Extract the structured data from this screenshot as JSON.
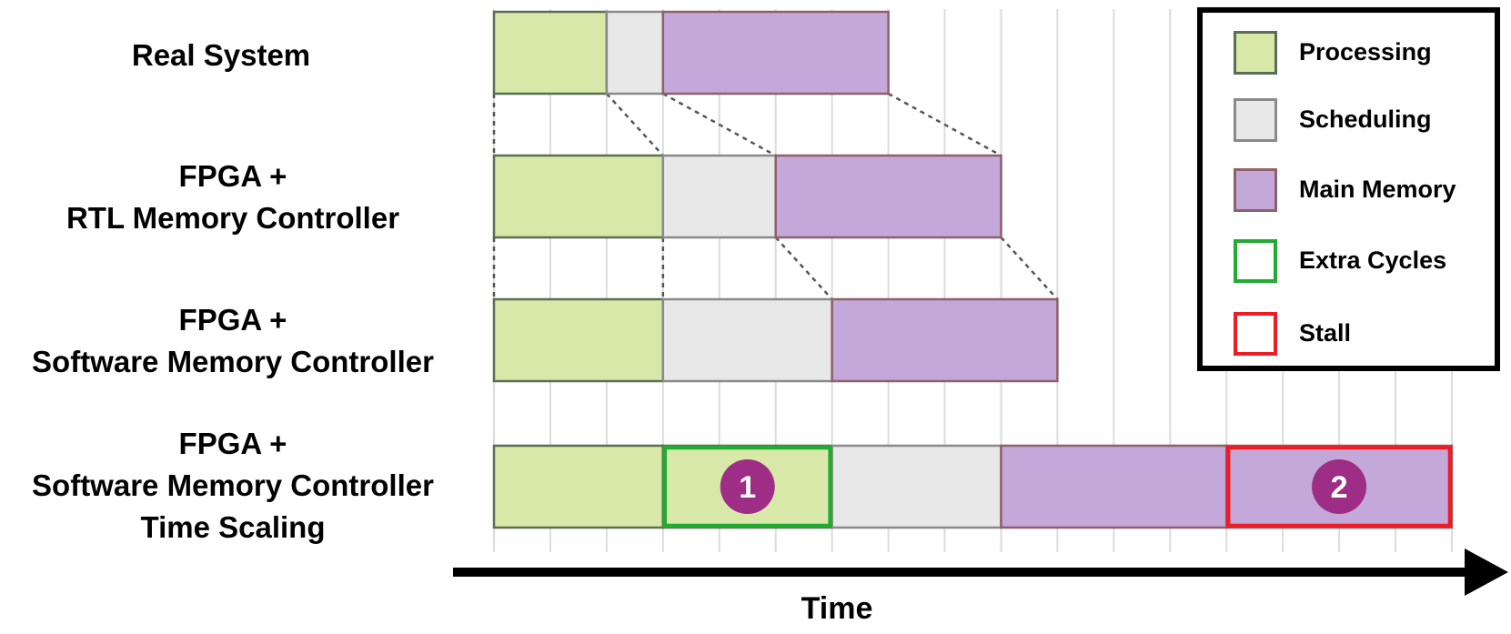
{
  "rows": [
    {
      "label_lines": [
        "Real System"
      ]
    },
    {
      "label_lines": [
        "FPGA +",
        "RTL Memory Controller"
      ]
    },
    {
      "label_lines": [
        "FPGA +",
        "Software Memory Controller"
      ]
    },
    {
      "label_lines": [
        "FPGA +",
        "Software Memory Controller",
        "Time Scaling"
      ]
    }
  ],
  "timeline": {
    "unit_count": 17,
    "rows": [
      {
        "segments": [
          {
            "type": "processing",
            "start": 0,
            "end": 2
          },
          {
            "type": "scheduling",
            "start": 2,
            "end": 3
          },
          {
            "type": "main_memory",
            "start": 3,
            "end": 7
          }
        ]
      },
      {
        "segments": [
          {
            "type": "processing",
            "start": 0,
            "end": 3
          },
          {
            "type": "scheduling",
            "start": 3,
            "end": 5
          },
          {
            "type": "main_memory",
            "start": 5,
            "end": 9
          }
        ]
      },
      {
        "segments": [
          {
            "type": "processing",
            "start": 0,
            "end": 3
          },
          {
            "type": "scheduling",
            "start": 3,
            "end": 6
          },
          {
            "type": "main_memory",
            "start": 6,
            "end": 10
          }
        ]
      },
      {
        "segments": [
          {
            "type": "processing",
            "start": 0,
            "end": 3
          },
          {
            "type": "processing",
            "start": 3,
            "end": 6,
            "overlay": "extra_cycles",
            "marker": "1"
          },
          {
            "type": "scheduling",
            "start": 6,
            "end": 9
          },
          {
            "type": "main_memory",
            "start": 9,
            "end": 13
          },
          {
            "type": "main_memory",
            "start": 13,
            "end": 17,
            "overlay": "stall",
            "marker": "2"
          }
        ]
      }
    ],
    "connectors": [
      {
        "from_row": 0,
        "to_row": 1,
        "pairs": [
          [
            0,
            0
          ],
          [
            2,
            3
          ],
          [
            3,
            5
          ],
          [
            7,
            9
          ]
        ]
      },
      {
        "from_row": 1,
        "to_row": 2,
        "pairs": [
          [
            0,
            0
          ],
          [
            3,
            3
          ],
          [
            5,
            6
          ],
          [
            9,
            10
          ]
        ]
      }
    ]
  },
  "legend": {
    "items": [
      {
        "key": "processing",
        "label": "Processing"
      },
      {
        "key": "scheduling",
        "label": "Scheduling"
      },
      {
        "key": "main_memory",
        "label": "Main Memory"
      },
      {
        "key": "extra_cycles",
        "label": "Extra Cycles"
      },
      {
        "key": "stall",
        "label": "Stall"
      }
    ]
  },
  "styles": {
    "processing": {
      "fill": "#d8e8a8",
      "stroke": "#5a6e55"
    },
    "scheduling": {
      "fill": "#e8e8e8",
      "stroke": "#8a8a8a"
    },
    "main_memory": {
      "fill": "#c4a8da",
      "stroke": "#8e6068"
    },
    "extra_cycles": {
      "fill": "#ffffff",
      "stroke": "#22aa33"
    },
    "stall": {
      "fill": "#ffffff",
      "stroke": "#ee1c24"
    },
    "marker_fill": "#9e2e85",
    "marker_text": "#ffffff",
    "grid": "#dcdcdc",
    "connector": "#555555",
    "arrow": "#000000"
  },
  "axis": {
    "label": "Time"
  }
}
